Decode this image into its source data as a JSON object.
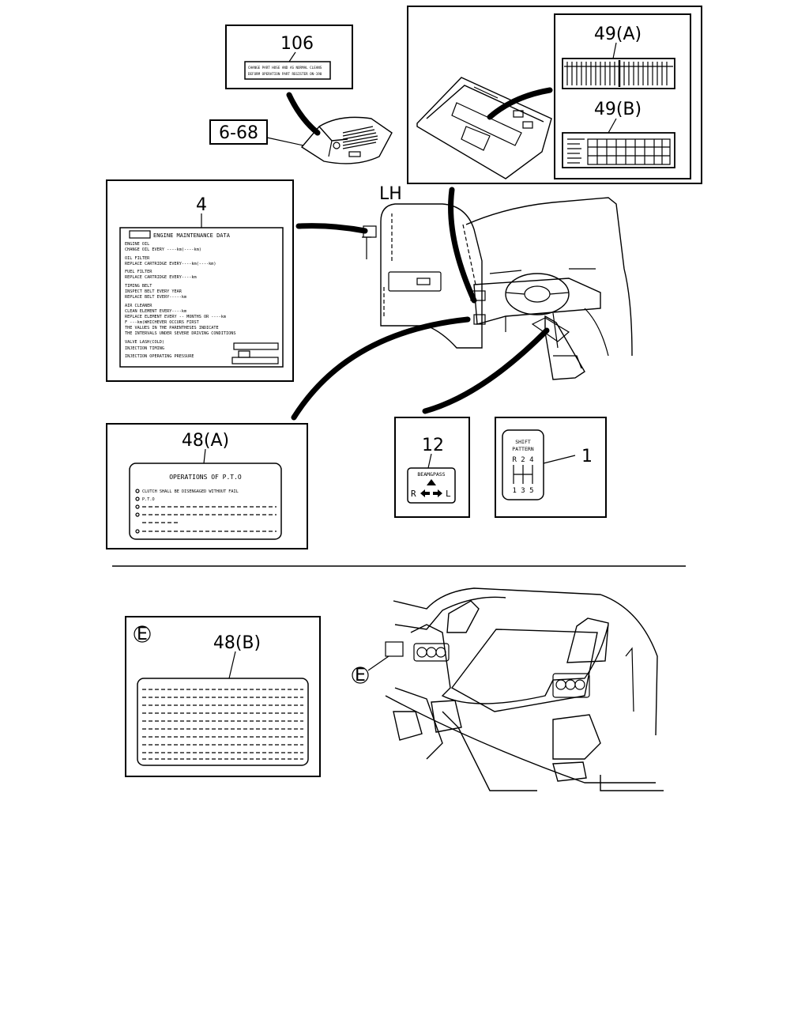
{
  "callouts": {
    "c106": "106",
    "c668": "6-68",
    "c49a": "49(A)",
    "c49b": "49(B)",
    "lh": "LH",
    "c4": "4",
    "c48a": "48(A)",
    "c12": "12",
    "c1": "1",
    "c48b": "48(B)",
    "e_box": "E",
    "e_dash": "E"
  },
  "label_4": {
    "title": "ENGINE MAINTENANCE DATA",
    "lines": [
      "ENGINE OIL",
      "CHANGE OIL EVERY ----km(----km)",
      "OIL FILTER",
      "REPLACE CARTRIDGE EVERY----km(----km)",
      "FUEL FILTER",
      "REPLACE CARTRIDGE EVERY----km",
      "TIMING BELT",
      "INSPECT BELT EVERY YEAR",
      "REPLACE BELT EVERY-----km",
      "AIR CLEANER",
      "CLEAN ELEMENT EVERY----km",
      "REPLACE ELEMENT EVERY -- MONTHS OR ----km",
      "F ---km(WHICHEVER OCCURS FIRST",
      "THE VALUES IN THE PARENTHESES INDICATE",
      "THE INTERVALS UNDER SEVERE DRIVING CONDITIONS",
      "VALVE LASH(COLD)",
      "INJECTION TIMING",
      "INJECTION OPERATING PRESSURE"
    ]
  },
  "label_48a": {
    "title": "OPERATIONS OF P.T.O",
    "line1": "CLUTCH SHALL BE DISENGAGED WITHOUT FAIL",
    "line2": "P.T.O"
  },
  "label_106": {
    "line1": "CHANGE PART HOSE AND AS NORMAL CLEANS",
    "line2": "DEFORM OPERATION PART REGISTER ON-190"
  },
  "label_12": {
    "text": "BEAM&PASS",
    "right": "R",
    "left": "L"
  },
  "label_1": {
    "line1": "SHIFT",
    "line2": "PATTERN",
    "top_row": "R 2 4",
    "bottom_row": "1 3 5"
  }
}
